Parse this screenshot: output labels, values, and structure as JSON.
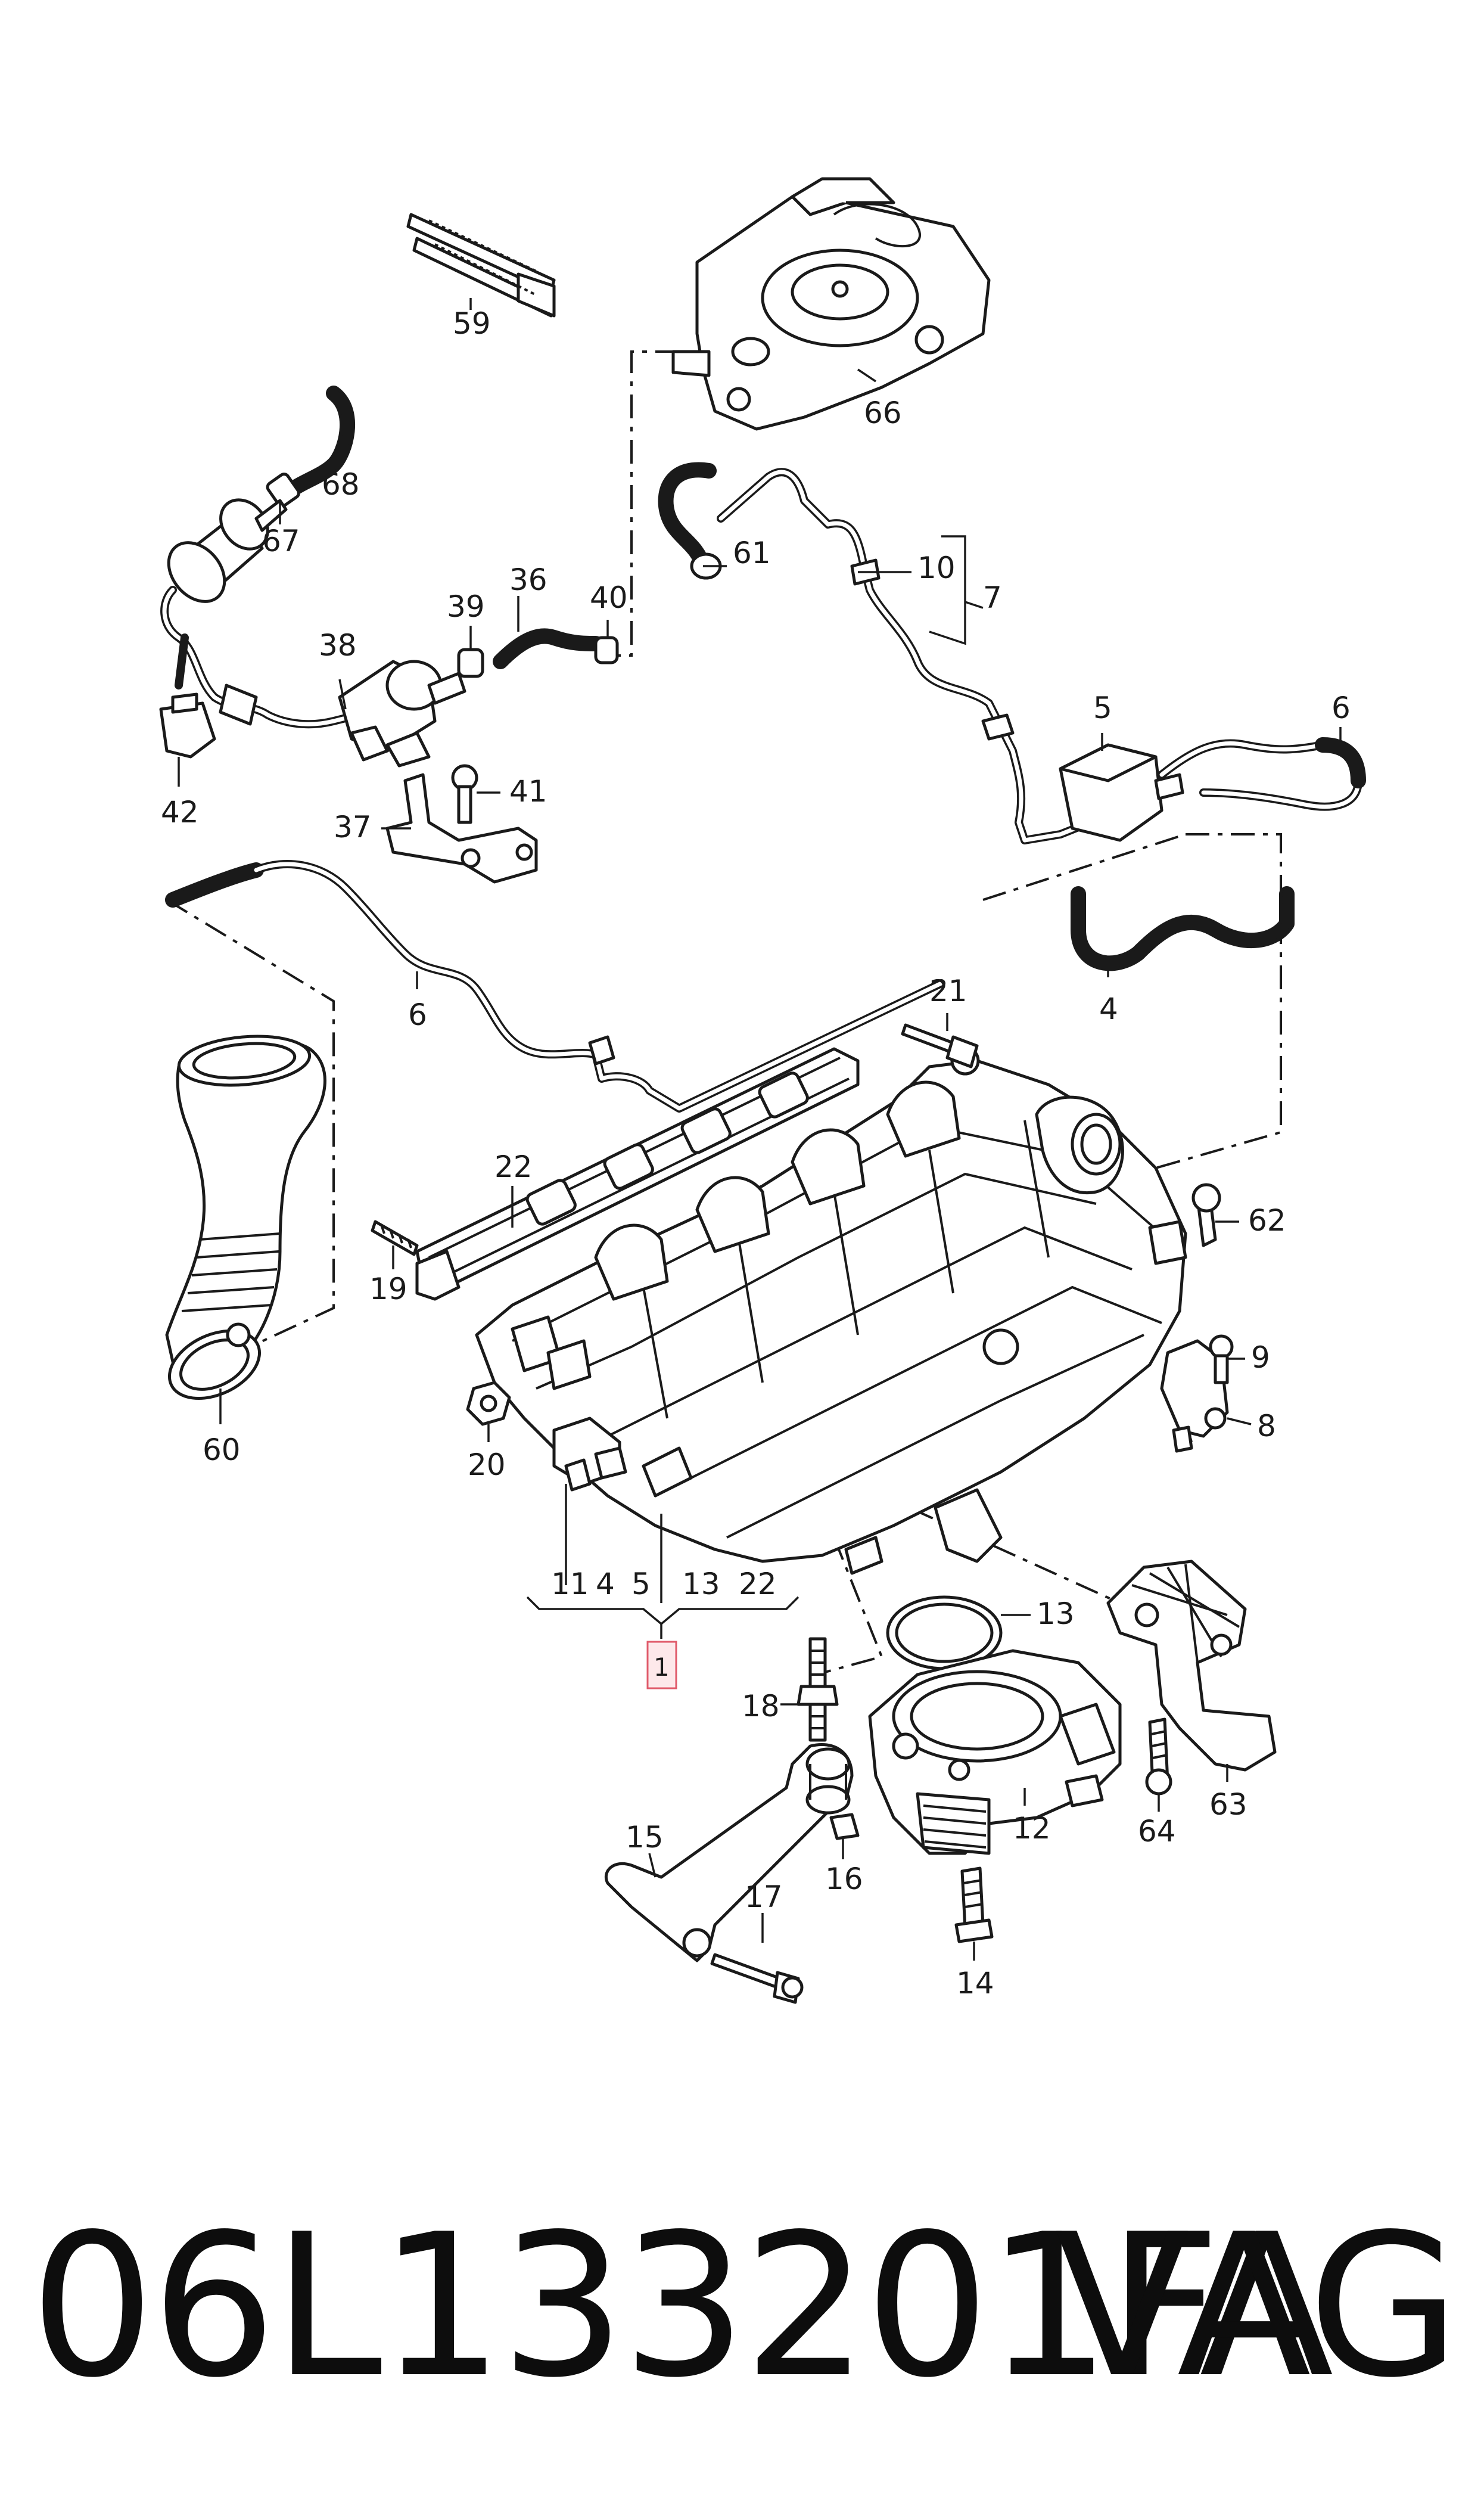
{
  "diagram": {
    "labels": [
      {
        "id": "l59",
        "text": "59"
      },
      {
        "id": "l66",
        "text": "66"
      },
      {
        "id": "l68",
        "text": "68"
      },
      {
        "id": "l67",
        "text": "67"
      },
      {
        "id": "l61",
        "text": "61"
      },
      {
        "id": "l10",
        "text": "10"
      },
      {
        "id": "l7",
        "text": "7"
      },
      {
        "id": "l36",
        "text": "36"
      },
      {
        "id": "l39",
        "text": "39"
      },
      {
        "id": "l40",
        "text": "40"
      },
      {
        "id": "l38",
        "text": "38"
      },
      {
        "id": "l42",
        "text": "42"
      },
      {
        "id": "l41",
        "text": "41"
      },
      {
        "id": "l37",
        "text": "37"
      },
      {
        "id": "l5",
        "text": "5"
      },
      {
        "id": "l6a",
        "text": "6"
      },
      {
        "id": "l6b",
        "text": "6"
      },
      {
        "id": "l4",
        "text": "4"
      },
      {
        "id": "l21",
        "text": "21"
      },
      {
        "id": "l22",
        "text": "22"
      },
      {
        "id": "l62",
        "text": "62"
      },
      {
        "id": "l19",
        "text": "19"
      },
      {
        "id": "l9",
        "text": "9"
      },
      {
        "id": "l8",
        "text": "8"
      },
      {
        "id": "l60",
        "text": "60"
      },
      {
        "id": "l20",
        "text": "20"
      },
      {
        "id": "g11",
        "text": "11"
      },
      {
        "id": "g4",
        "text": "4"
      },
      {
        "id": "g5",
        "text": "5"
      },
      {
        "id": "g13",
        "text": "13"
      },
      {
        "id": "g22",
        "text": "22"
      },
      {
        "id": "l1",
        "text": "1"
      },
      {
        "id": "l13",
        "text": "13"
      },
      {
        "id": "l18",
        "text": "18"
      },
      {
        "id": "l15",
        "text": "15"
      },
      {
        "id": "l16",
        "text": "16"
      },
      {
        "id": "l17",
        "text": "17"
      },
      {
        "id": "l12",
        "text": "12"
      },
      {
        "id": "l14",
        "text": "14"
      },
      {
        "id": "l64",
        "text": "64"
      },
      {
        "id": "l63",
        "text": "63"
      }
    ]
  },
  "footer": {
    "part_number": "06L133201FA",
    "brand": "VAG"
  },
  "colors": {
    "line": "#1a1a1a",
    "highlight_box": "#e05a6a"
  }
}
